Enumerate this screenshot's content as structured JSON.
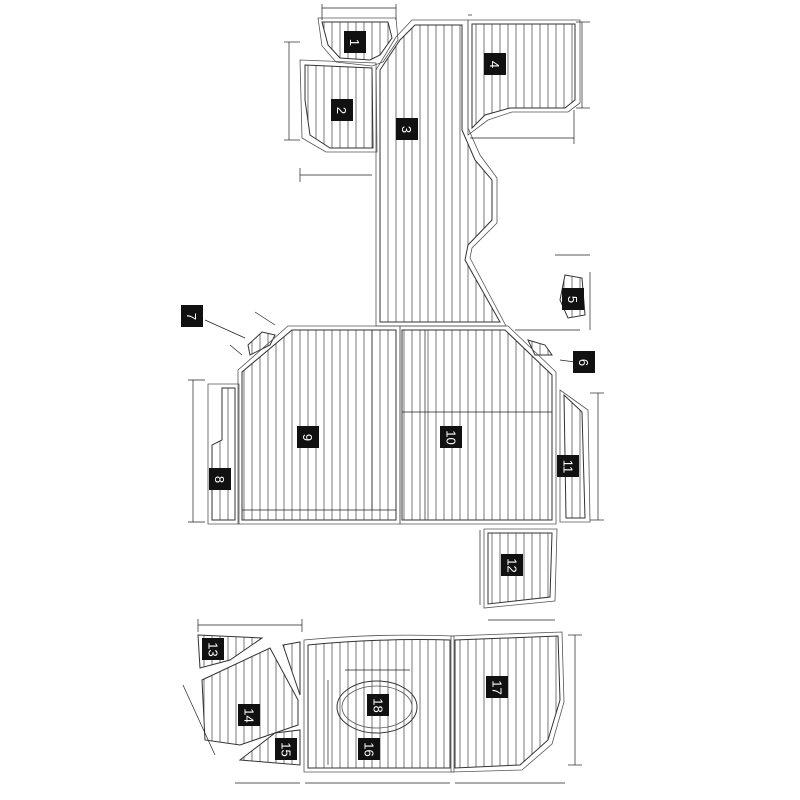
{
  "diagram": {
    "pieces": [
      {
        "id": "1"
      },
      {
        "id": "2"
      },
      {
        "id": "3"
      },
      {
        "id": "4"
      },
      {
        "id": "5"
      },
      {
        "id": "6"
      },
      {
        "id": "7"
      },
      {
        "id": "8"
      },
      {
        "id": "9"
      },
      {
        "id": "10"
      },
      {
        "id": "11"
      },
      {
        "id": "12"
      },
      {
        "id": "13"
      },
      {
        "id": "14"
      },
      {
        "id": "15"
      },
      {
        "id": "16"
      },
      {
        "id": "17"
      },
      {
        "id": "18"
      }
    ],
    "colors": {
      "line": "#333333",
      "label_bg": "#111111",
      "label_text": "#ffffff"
    }
  }
}
